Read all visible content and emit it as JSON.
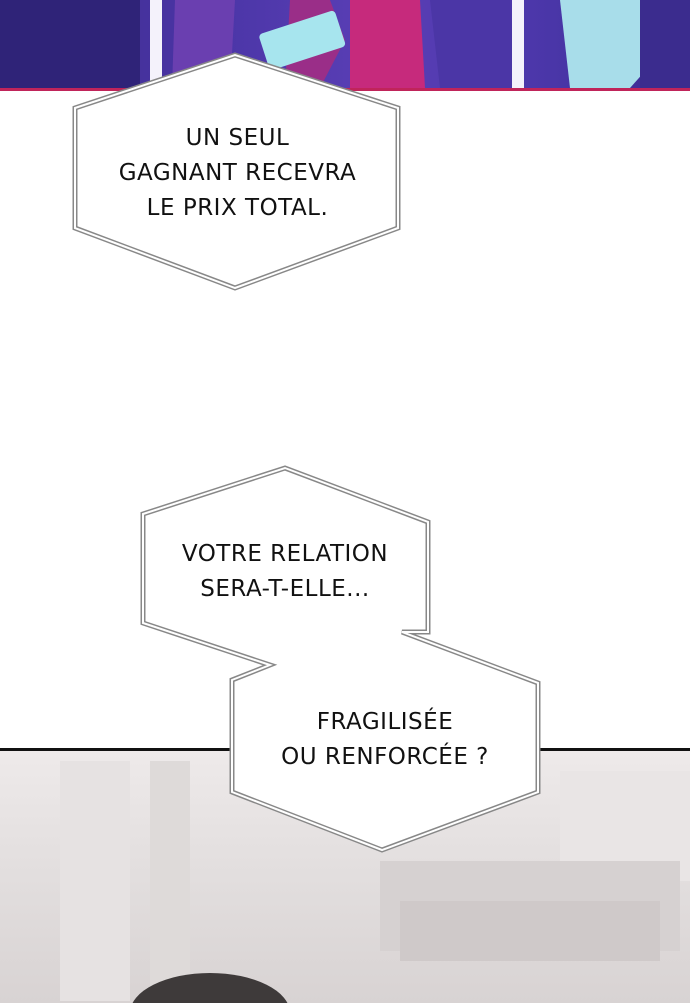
{
  "bubbles": [
    {
      "lines": [
        "UN SEUL",
        "GAGNANT RECEVRA",
        "LE PRIX TOTAL."
      ]
    },
    {
      "lines": [
        "VOTRE RELATION",
        "SERA-T-ELLE..."
      ]
    },
    {
      "lines": [
        "FRAGILISÉE",
        "OU RENFORCÉE ?"
      ]
    }
  ]
}
